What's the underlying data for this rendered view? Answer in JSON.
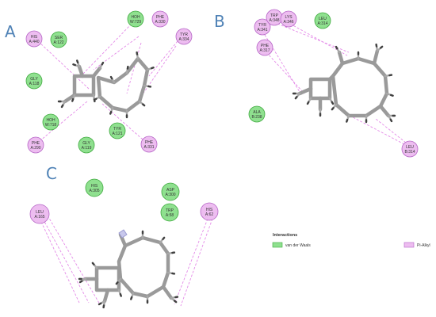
{
  "colors": {
    "vdw_fill": "#8fe08f",
    "vdw_stroke": "#3faa3f",
    "pi_fill": "#edbdf0",
    "pi_stroke": "#b565c6",
    "link": "#e48ae8",
    "bond": "#9a9a9a",
    "bond_dark": "#707070",
    "hydrogen_tip": "#404040",
    "panel_letter": "#4f82b6"
  },
  "panels": [
    {
      "letter": "A",
      "residues": [
        {
          "name": "HIS",
          "num": "A:440",
          "type": "pi"
        },
        {
          "name": "SER",
          "num": "A:122",
          "type": "vdw"
        },
        {
          "name": "HOH",
          "num": "W:729",
          "type": "vdw"
        },
        {
          "name": "PHE",
          "num": "A:330",
          "type": "pi"
        },
        {
          "name": "TYR",
          "num": "A:334",
          "type": "pi"
        },
        {
          "name": "GLY",
          "num": "A:118",
          "type": "vdw"
        },
        {
          "name": "HOH",
          "num": "W:718",
          "type": "vdw"
        },
        {
          "name": "TYR",
          "num": "A:121",
          "type": "vdw"
        },
        {
          "name": "PHE",
          "num": "A:290",
          "type": "pi"
        },
        {
          "name": "GLY",
          "num": "A:119",
          "type": "vdw"
        },
        {
          "name": "PHE",
          "num": "A:331",
          "type": "pi"
        }
      ]
    },
    {
      "letter": "B",
      "residues": [
        {
          "name": "TRP",
          "num": "A:348",
          "type": "pi"
        },
        {
          "name": "TYR",
          "num": "A:341",
          "type": "pi"
        },
        {
          "name": "LYS",
          "num": "A:346",
          "type": "pi"
        },
        {
          "name": "LEU",
          "num": "A:314",
          "type": "vdw"
        },
        {
          "name": "PHE",
          "num": "A:317",
          "type": "pi"
        },
        {
          "name": "ALA",
          "num": "B:238",
          "type": "vdw"
        },
        {
          "name": "LEU",
          "num": "B:314",
          "type": "pi"
        }
      ]
    },
    {
      "letter": "C",
      "residues": [
        {
          "name": "HIS",
          "num": "A:305",
          "type": "vdw"
        },
        {
          "name": "ASP",
          "num": "A:300",
          "type": "vdw"
        },
        {
          "name": "TRP",
          "num": "A:58",
          "type": "vdw"
        },
        {
          "name": "LEU",
          "num": "A:165",
          "type": "pi"
        },
        {
          "name": "HIS",
          "num": "A:62",
          "type": "pi"
        }
      ]
    }
  ],
  "legend": {
    "title": "Interactions",
    "items": [
      {
        "label": "van der Waals",
        "type": "vdw"
      },
      {
        "label": "Pi-Alkyl",
        "type": "pi"
      }
    ]
  }
}
